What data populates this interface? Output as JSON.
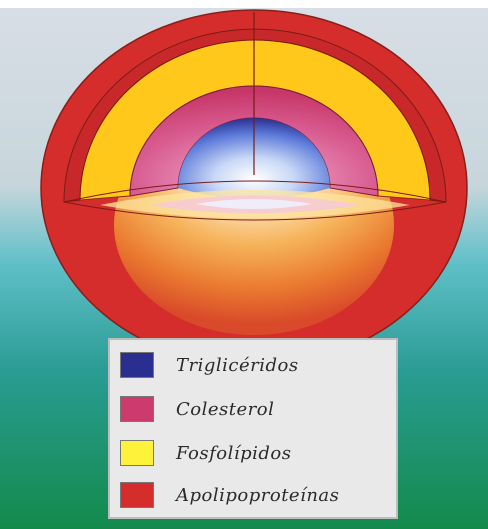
{
  "legend": {
    "items": [
      {
        "label": "Triglicéridos",
        "color": "#2a2f8f",
        "icon": "square-swatch"
      },
      {
        "label": "Colesterol",
        "color": "#cc3a6e",
        "icon": "square-swatch"
      },
      {
        "label": "Fosfolípidos",
        "color": "#fff23a",
        "icon": "square-swatch"
      },
      {
        "label": "Apolipoproteínas",
        "color": "#d42d2b",
        "icon": "square-swatch"
      }
    ]
  },
  "colors": {
    "apolipoprotein": "#d42d2b",
    "phospholipid": "#ffc81a",
    "cholesterol": "#cc3a6e",
    "triglyceride": "#2a2f8f",
    "background_top": "#cfd8e2",
    "background_bottom": "#1f8a5a"
  }
}
